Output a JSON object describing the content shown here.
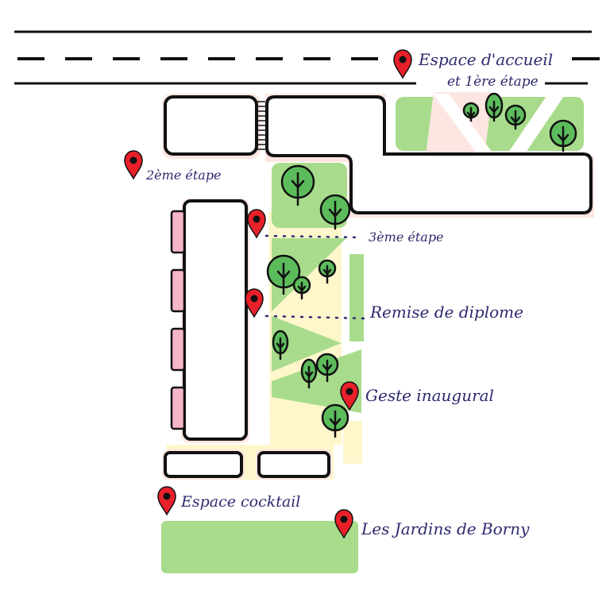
{
  "map": {
    "labels": {
      "accueil_line1": "Espace d'accueil",
      "accueil_line2": "et 1ère étape",
      "etape2": "2ème étape",
      "etape3": "3ème étape",
      "remise": "Remise de diplome",
      "geste": "Geste inaugural",
      "cocktail": "Espace cocktail",
      "jardins": "Les Jardins de Borny"
    },
    "colors": {
      "lawn": "#a8dc8c",
      "walkway": "#fff6cc",
      "building_halo": "#fde6e2",
      "pink_annex": "#f7b6c8",
      "tree": "#5cbc5c",
      "pin": "#e8202a",
      "label_ink": "#2d2a6e"
    },
    "icons": [
      "location-pin-icon",
      "tree-icon",
      "pedestrian-crossing"
    ]
  }
}
